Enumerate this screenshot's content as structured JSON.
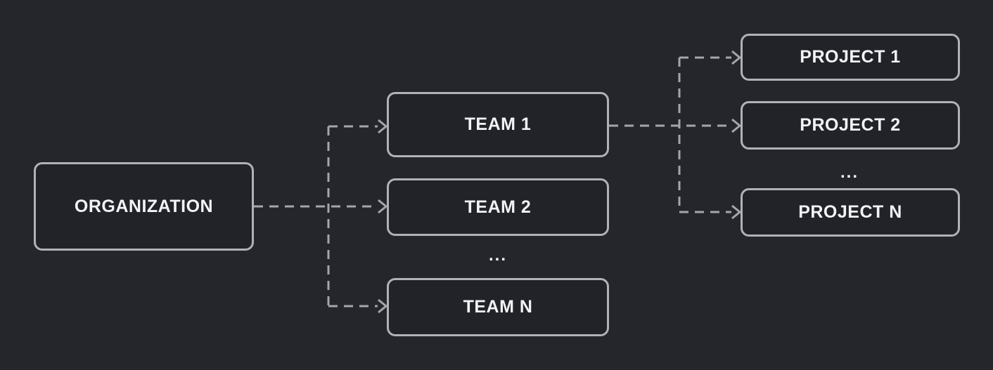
{
  "diagram": {
    "colors": {
      "background": "#24262b",
      "node-fill": "#212329",
      "node-border": "#b0b2b6",
      "connector": "#a4a6aa",
      "text": "#f2f3f5"
    },
    "nodes": {
      "organization": {
        "label": "ORGANIZATION"
      },
      "team_1": {
        "label": "TEAM 1"
      },
      "team_2": {
        "label": "TEAM 2"
      },
      "team_n": {
        "label": "TEAM N"
      },
      "project_1": {
        "label": "PROJECT 1"
      },
      "project_2": {
        "label": "PROJECT 2"
      },
      "project_n": {
        "label": "PROJECT N"
      }
    },
    "ellipsis": {
      "teams": "...",
      "projects": "..."
    },
    "edges": [
      {
        "from": "ORGANIZATION",
        "to": "TEAM 1",
        "style": "dashed-arrow"
      },
      {
        "from": "ORGANIZATION",
        "to": "TEAM 2",
        "style": "dashed-arrow"
      },
      {
        "from": "ORGANIZATION",
        "to": "TEAM N",
        "style": "dashed-arrow"
      },
      {
        "from": "TEAM 1",
        "to": "PROJECT 1",
        "style": "dashed-arrow"
      },
      {
        "from": "TEAM 1",
        "to": "PROJECT 2",
        "style": "dashed-arrow"
      },
      {
        "from": "TEAM 1",
        "to": "PROJECT N",
        "style": "dashed-arrow"
      }
    ]
  }
}
